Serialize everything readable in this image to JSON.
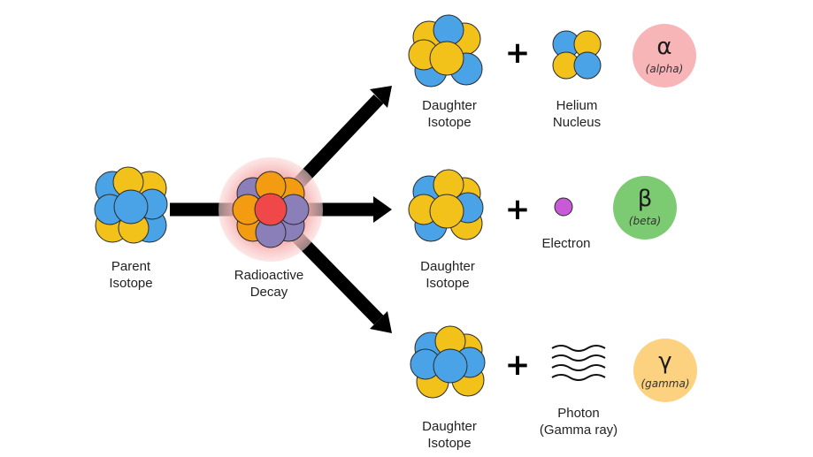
{
  "labels": {
    "parent": [
      "Parent",
      "Isotope"
    ],
    "decay": [
      "Radioactive",
      "Decay"
    ],
    "daughter": [
      "Daughter",
      "Isotope"
    ],
    "helium": [
      "Helium",
      "Nucleus"
    ],
    "electron": "Electron",
    "photon": [
      "Photon",
      "(Gamma ray)"
    ]
  },
  "plus_sign": "+",
  "decay_types": {
    "alpha": {
      "symbol": "α",
      "name": "(alpha)",
      "color": "#f7b5b8"
    },
    "beta": {
      "symbol": "β",
      "name": "(beta)",
      "color": "#7ccb72"
    },
    "gamma": {
      "symbol": "γ",
      "name": "(gamma)",
      "color": "#fcd17f"
    }
  },
  "colors": {
    "proton": "#f2c21b",
    "neutron": "#4aa3e6",
    "decay_orange": "#f39c12",
    "decay_purple": "#8a7fb8",
    "decay_core": "#f04848",
    "decay_glow": "#f7b0b0",
    "electron": "#c85ad8",
    "arrow": "#000000"
  }
}
